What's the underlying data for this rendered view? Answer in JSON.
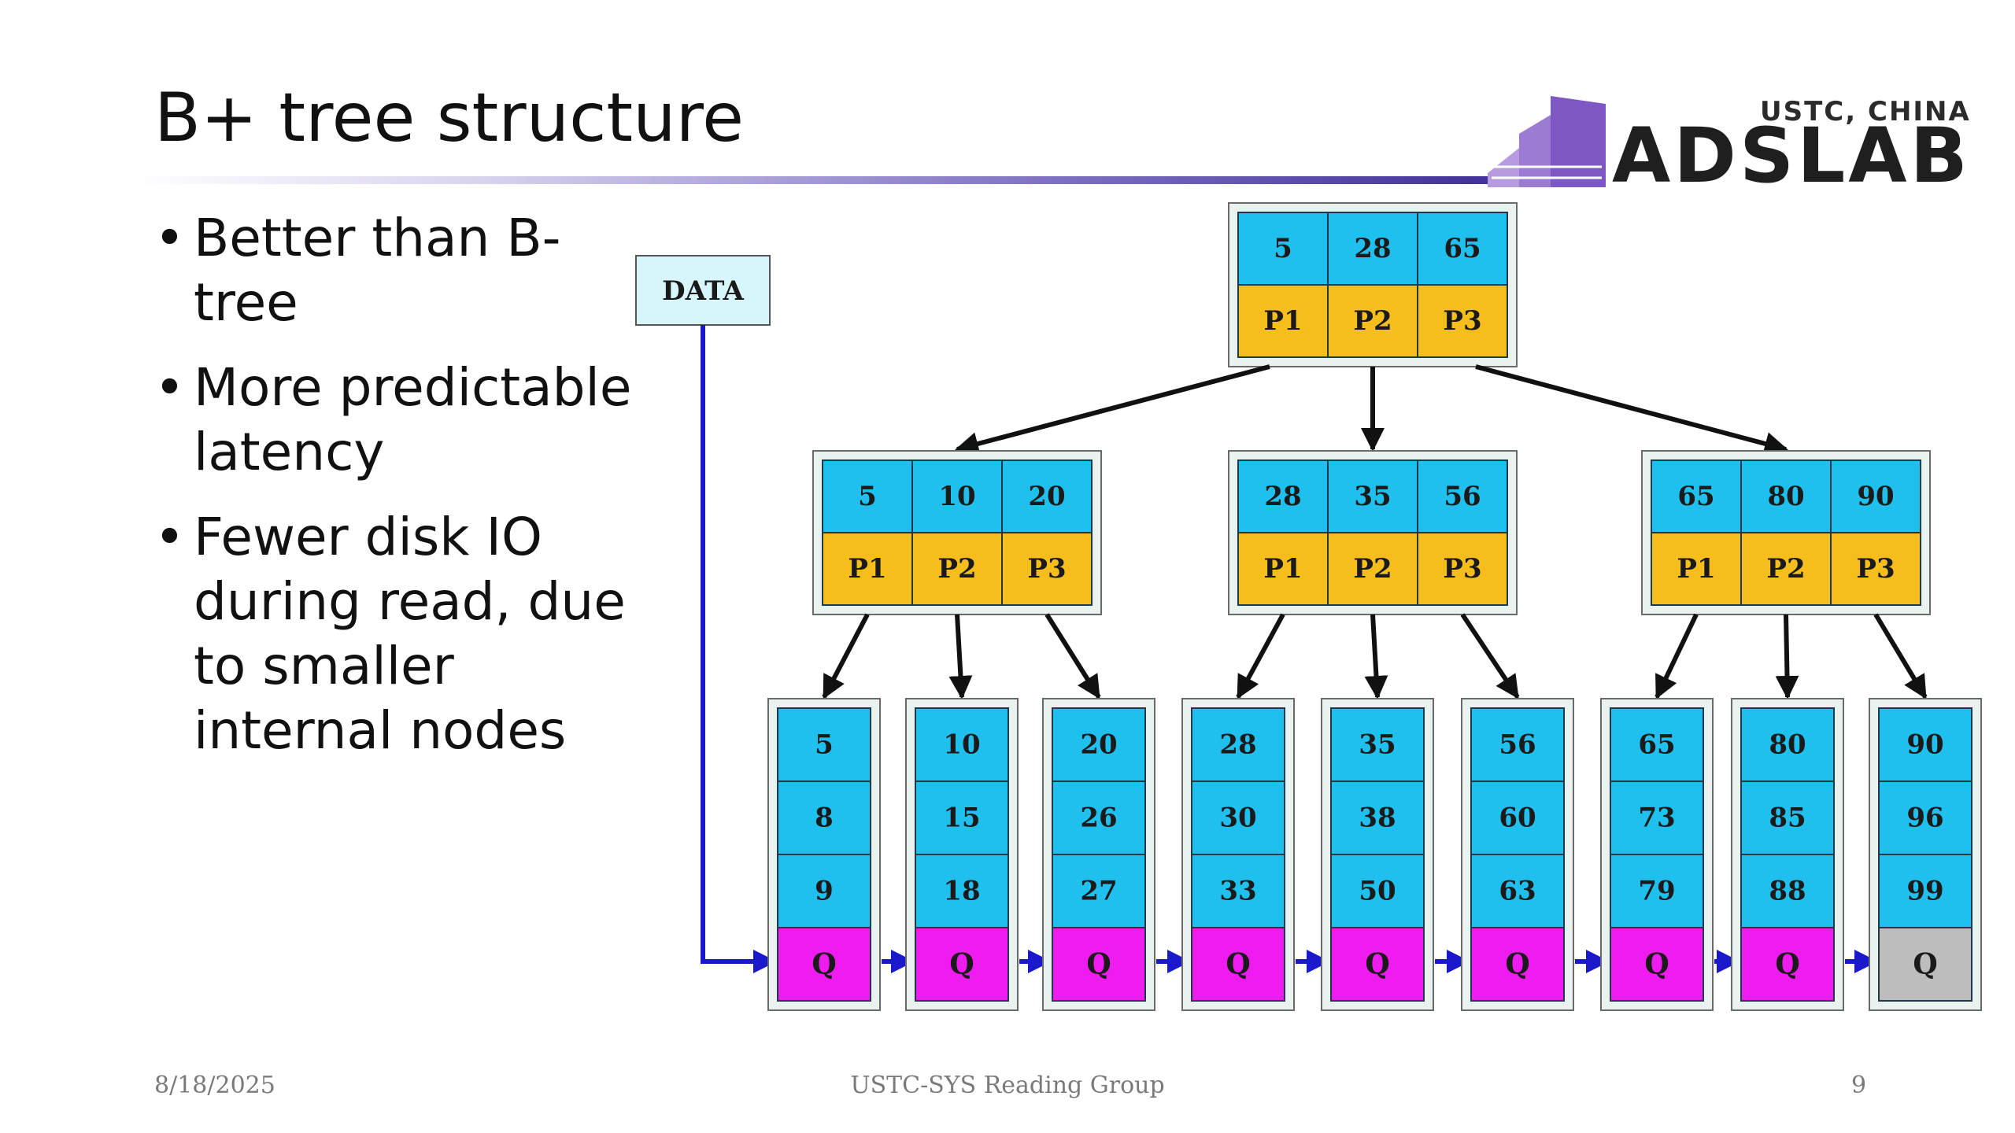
{
  "slide": {
    "title": "B+ tree structure",
    "bullets": [
      "Better than B-tree",
      "More predictable latency",
      "Fewer disk IO during read, due to smaller internal nodes"
    ],
    "footer": {
      "date": "8/18/2025",
      "center": "USTC-SYS Reading Group",
      "page": "9"
    },
    "logo": {
      "top": "USTC, CHINA",
      "main": "ADSLAB"
    }
  },
  "diagram": {
    "data_label": "DATA",
    "root": {
      "keys": [
        "5",
        "28",
        "65"
      ],
      "pointers": [
        "P1",
        "P2",
        "P3"
      ]
    },
    "internal": [
      {
        "keys": [
          "5",
          "10",
          "20"
        ],
        "pointers": [
          "P1",
          "P2",
          "P3"
        ]
      },
      {
        "keys": [
          "28",
          "35",
          "56"
        ],
        "pointers": [
          "P1",
          "P2",
          "P3"
        ]
      },
      {
        "keys": [
          "65",
          "80",
          "90"
        ],
        "pointers": [
          "P1",
          "P2",
          "P3"
        ]
      }
    ],
    "leaves": [
      {
        "keys": [
          "5",
          "8",
          "9"
        ],
        "q": "Q"
      },
      {
        "keys": [
          "10",
          "15",
          "18"
        ],
        "q": "Q"
      },
      {
        "keys": [
          "20",
          "26",
          "27"
        ],
        "q": "Q"
      },
      {
        "keys": [
          "28",
          "30",
          "33"
        ],
        "q": "Q"
      },
      {
        "keys": [
          "35",
          "38",
          "50"
        ],
        "q": "Q"
      },
      {
        "keys": [
          "56",
          "60",
          "63"
        ],
        "q": "Q"
      },
      {
        "keys": [
          "65",
          "73",
          "79"
        ],
        "q": "Q"
      },
      {
        "keys": [
          "80",
          "85",
          "88"
        ],
        "q": "Q"
      },
      {
        "keys": [
          "90",
          "96",
          "99"
        ],
        "q": "Q"
      }
    ],
    "colors": {
      "key_cell": "#1fbfee",
      "pointer_cell": "#f6be1c",
      "q_cell": "#ee1cee",
      "last_q_cell": "#bdbdbd",
      "data_box": "#d7f6fb",
      "link": "#1a1acc",
      "arrow": "#111111"
    }
  }
}
